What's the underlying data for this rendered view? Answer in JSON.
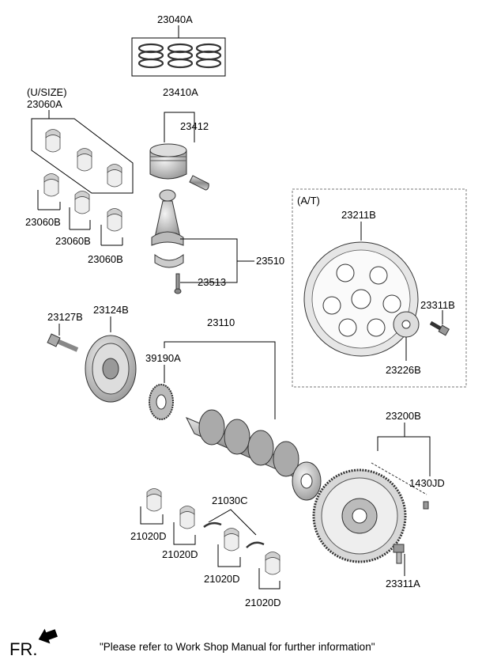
{
  "labels": {
    "p23040A": "23040A",
    "usize": "(U/SIZE)",
    "p23060A": "23060A",
    "p23410A": "23410A",
    "p23412": "23412",
    "p23060B_1": "23060B",
    "p23060B_2": "23060B",
    "p23060B_3": "23060B",
    "at": "(A/T)",
    "p23211B": "23211B",
    "p23510": "23510",
    "p23513": "23513",
    "p23311B": "23311B",
    "p23226B": "23226B",
    "p23127B": "23127B",
    "p23124B": "23124B",
    "p23110": "23110",
    "p39190A": "39190A",
    "p23200B": "23200B",
    "p1430JD": "1430JD",
    "p21030C": "21030C",
    "p21020D_1": "21020D",
    "p21020D_2": "21020D",
    "p21020D_3": "21020D",
    "p21020D_4": "21020D",
    "p23311A": "23311A"
  },
  "footer": {
    "fr": "FR.",
    "note": "\"Please refer to Work Shop Manual for further information\""
  }
}
